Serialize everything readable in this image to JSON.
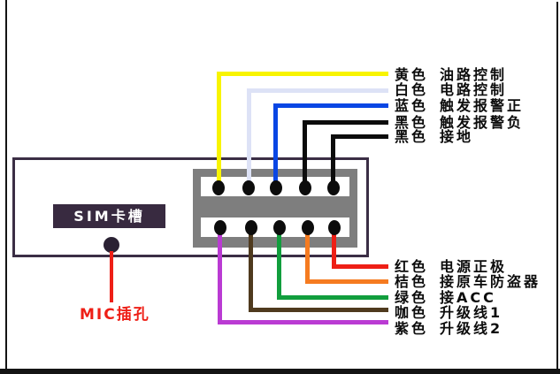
{
  "device": {
    "sim_label": "SIM卡槽",
    "mic_label": "MIC插孔"
  },
  "colors": {
    "frame": "#141414",
    "box_outline": "#3b2e45",
    "sim_label_bg": "#382a40",
    "connector_gray": "#7e7e7e",
    "pin_black": "#0c0c0c",
    "mic_red": "#ee1f16",
    "label_text": "#0c0c0c"
  },
  "top_wires": [
    {
      "color_name": "黄色",
      "function": "油路控制",
      "color": "#f8f400"
    },
    {
      "color_name": "白色",
      "function": "电路控制",
      "color": "#dde2f6"
    },
    {
      "color_name": "蓝色",
      "function": "触发报警正",
      "color": "#0946e4"
    },
    {
      "color_name": "黑色",
      "function": "触发报警负",
      "color": "#0c0c0c"
    },
    {
      "color_name": "黑色",
      "function": "接地",
      "color": "#0c0c0c"
    }
  ],
  "bottom_wires": [
    {
      "color_name": "红色",
      "function": "电源正极",
      "color": "#ee1f16"
    },
    {
      "color_name": "桔色",
      "function": "接原车防盗器",
      "color": "#f57b20"
    },
    {
      "color_name": "绿色",
      "function": "接ACC",
      "color": "#119e3d"
    },
    {
      "color_name": "咖色",
      "function": "升级线1",
      "color": "#4f3a1e"
    },
    {
      "color_name": "紫色",
      "function": "升级线2",
      "color": "#ba3bd3"
    }
  ]
}
